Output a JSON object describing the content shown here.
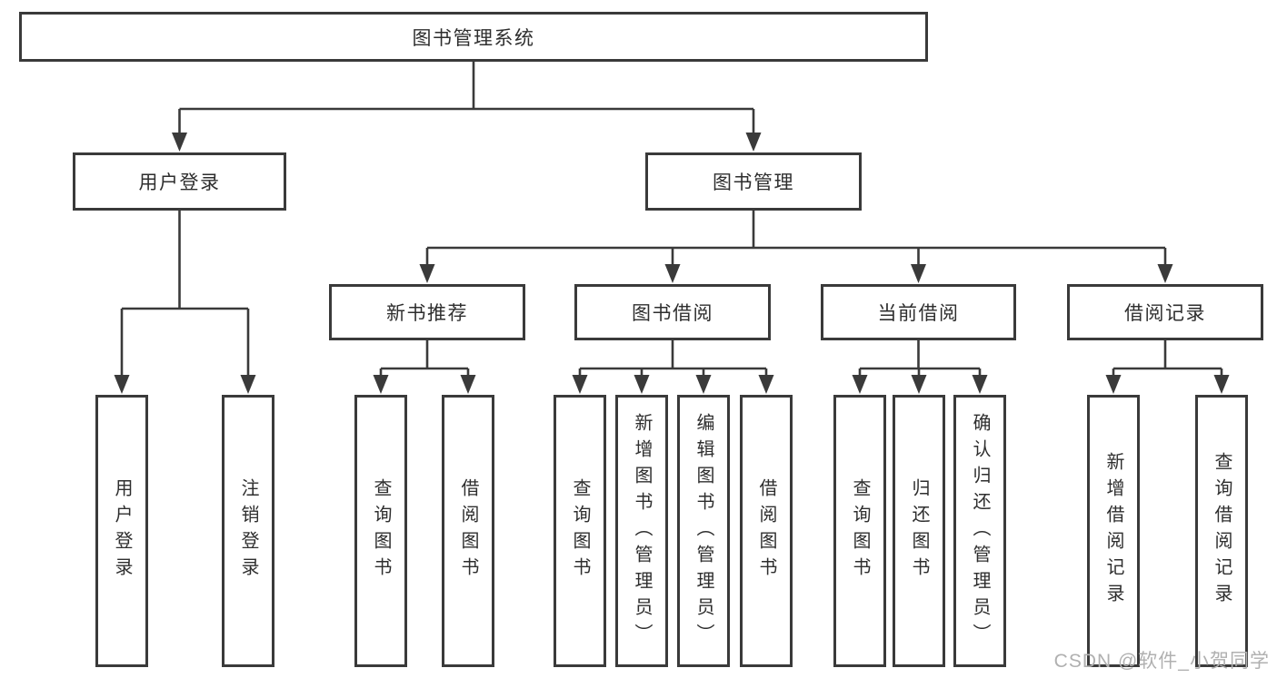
{
  "tree": {
    "label": "图书管理系统",
    "children": [
      {
        "label": "用户登录",
        "children": [
          {
            "label": "用户登录"
          },
          {
            "label": "注销登录"
          }
        ]
      },
      {
        "label": "图书管理",
        "children": [
          {
            "label": "新书推荐",
            "children": [
              {
                "label": "查询图书"
              },
              {
                "label": "借阅图书"
              }
            ]
          },
          {
            "label": "图书借阅",
            "children": [
              {
                "label": "查询图书"
              },
              {
                "label": "新增图书（管理员）"
              },
              {
                "label": "编辑图书（管理员）"
              },
              {
                "label": "借阅图书"
              }
            ]
          },
          {
            "label": "当前借阅",
            "children": [
              {
                "label": "查询图书"
              },
              {
                "label": "归还图书"
              },
              {
                "label": "确认归还（管理员）"
              }
            ]
          },
          {
            "label": "借阅记录",
            "children": [
              {
                "label": "新增借阅记录"
              },
              {
                "label": "查询借阅记录"
              }
            ]
          }
        ]
      }
    ]
  },
  "watermark": {
    "text": "CSDN @软件_小贺同学"
  },
  "colors": {
    "line": "#3a3a3a",
    "box_border": "#3a3a3a",
    "box_fill": "#ffffff",
    "text": "#2e2e2e",
    "watermark": "#b0b0b0",
    "background": "#ffffff"
  }
}
